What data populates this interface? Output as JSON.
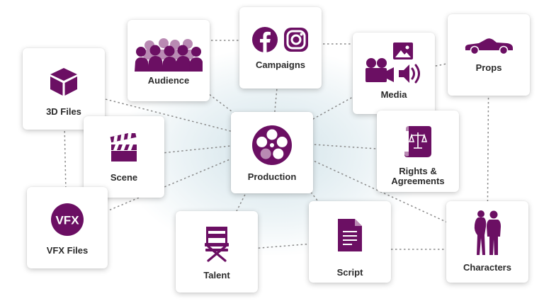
{
  "nodes": {
    "files3d": {
      "label": "3D Files",
      "icon": "cube-icon"
    },
    "audience": {
      "label": "Audience",
      "icon": "crowd-icon"
    },
    "campaigns": {
      "label": "Campaigns",
      "icons": [
        "facebook-icon",
        "instagram-icon"
      ]
    },
    "media": {
      "label": "Media",
      "icons": [
        "image-icon",
        "video-camera-icon",
        "speaker-icon"
      ]
    },
    "props": {
      "label": "Props",
      "icon": "car-icon"
    },
    "scene": {
      "label": "Scene",
      "icon": "clapperboard-icon"
    },
    "production": {
      "label": "Production",
      "icon": "film-reel-icon"
    },
    "rights": {
      "label_line1": "Rights &",
      "label_line2": "Agreements",
      "icon": "legal-document-icon"
    },
    "vfx": {
      "label": "VFX Files",
      "badge": "VFX",
      "icon": "vfx-badge-icon"
    },
    "talent": {
      "label": "Talent",
      "icon": "directors-chair-icon"
    },
    "script": {
      "label": "Script",
      "icon": "document-icon"
    },
    "characters": {
      "label": "Characters",
      "icon": "people-silhouette-icon"
    }
  },
  "colors": {
    "accent": "#6b0f63",
    "accent_light": "#b98ab3",
    "connector": "#8a8a8a",
    "label": "#2b2b2b"
  }
}
